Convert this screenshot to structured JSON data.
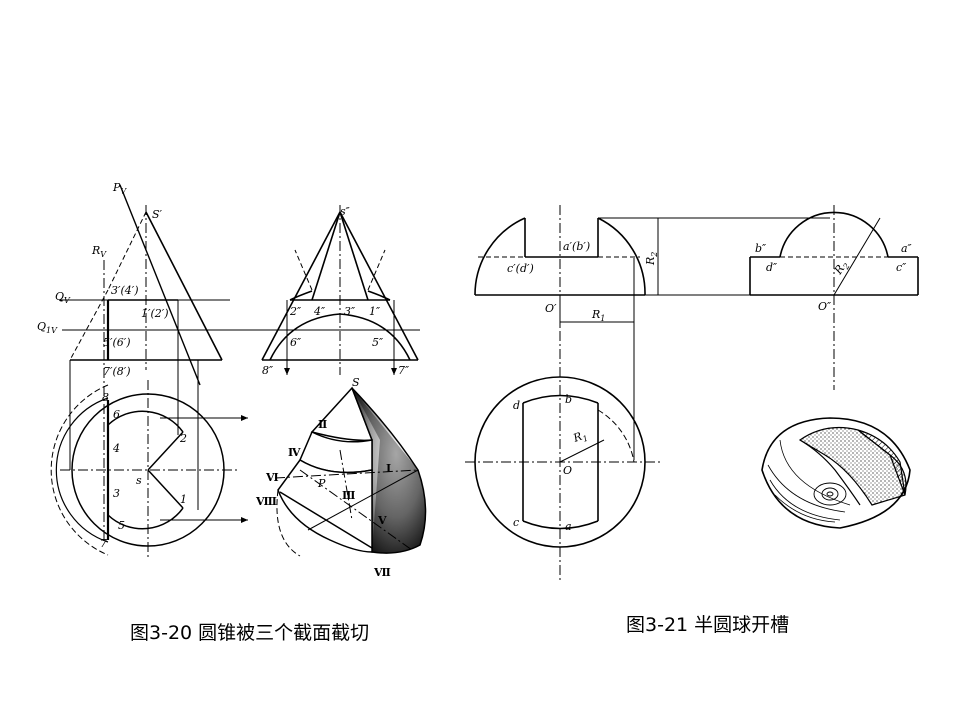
{
  "figures": [
    {
      "caption": "图3-20 圆锥被三个截面截切",
      "labels": {
        "pv": "P",
        "pv_sub": "V",
        "s_prime": "S′",
        "rv": "R",
        "rv_sub": "V",
        "qv": "Q",
        "qv_sub": "V",
        "q1v": "Q",
        "q1v_sub": "1V",
        "p34": "3′(4′)",
        "p12": "1′(2′)",
        "p56": "5′(6′)",
        "p78": "7′(8′)",
        "s_dprime": "s″",
        "n2": "2″",
        "n4": "4″",
        "n3": "3″",
        "n1": "1″",
        "n6": "6″",
        "n5": "5″",
        "n8": "8″",
        "n7": "7″",
        "t8": "8",
        "t6": "6",
        "t4": "4",
        "t3": "3",
        "t5": "5",
        "t7": "7",
        "t2": "2",
        "t1": "1",
        "ts": "s",
        "iso_s": "S",
        "iso_p": "P",
        "r2": "Ⅱ",
        "r4": "Ⅳ",
        "r6": "Ⅵ",
        "r8": "Ⅷ",
        "r1": "Ⅰ",
        "r3": "Ⅲ",
        "r5": "Ⅴ",
        "r7": "Ⅶ"
      }
    },
    {
      "caption": "图3-21 半圆球开槽",
      "labels": {
        "ab": "a′(b′)",
        "cd": "c′(d′)",
        "o_prime": "O′",
        "r1": "R",
        "r1_sub": "1",
        "r2": "R",
        "r2_sub": "2",
        "b_dprime": "b″",
        "a_dprime": "a″",
        "d_dprime": "d″",
        "c_dprime": "c″",
        "r2b": "R",
        "r2b_sub": "2",
        "o_dprime": "O″",
        "d": "d",
        "b": "b",
        "c": "c",
        "a": "a",
        "o": "O",
        "r1b": "R",
        "r1b_sub": "1"
      }
    }
  ]
}
